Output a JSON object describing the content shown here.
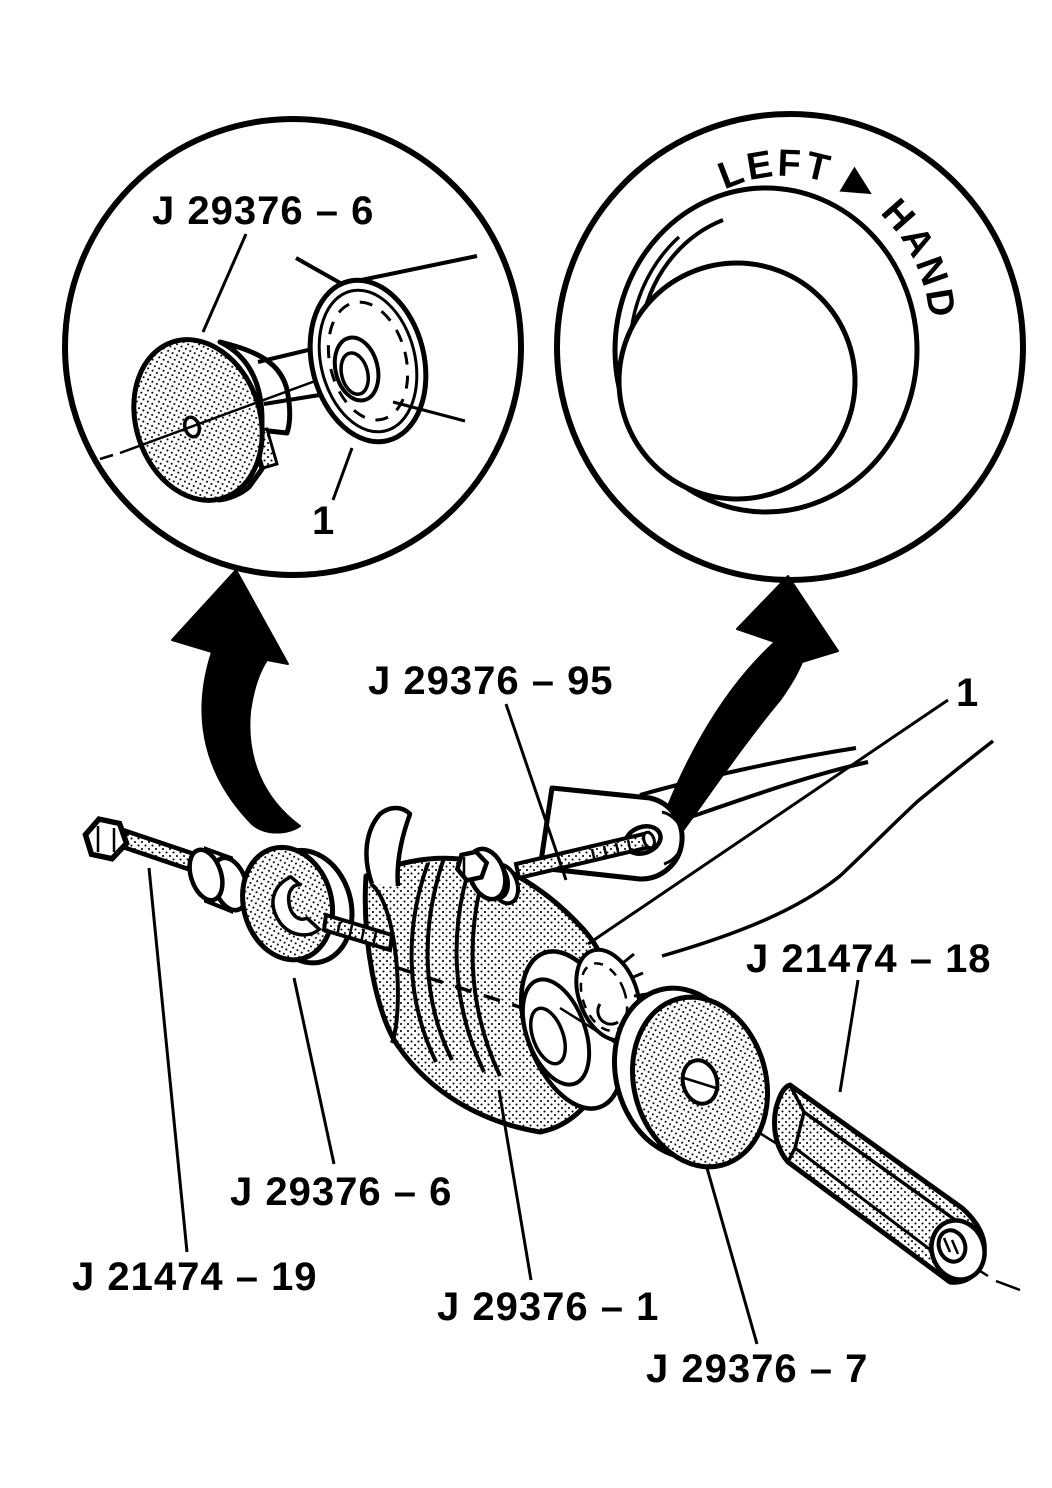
{
  "page": {
    "background": "#ffffff",
    "ink": "#000000"
  },
  "callout_left": {
    "part_label": "J 29376 – 6",
    "item_ref": "1"
  },
  "callout_right": {
    "ring_text_left": "LEFT",
    "ring_pointer": "▶",
    "ring_text_right": "HAND"
  },
  "main_diagram": {
    "center_bolt_label": "J 29376 – 95",
    "item_ref": "1",
    "spacer_tube_label": "J 21474 – 18",
    "slotted_disc_label": "J 29376 – 6",
    "pilot_bolt_label": "J 21474 – 19",
    "tool_body_label": "J 29376 – 1",
    "end_plate_label": "J 29376 – 7"
  }
}
